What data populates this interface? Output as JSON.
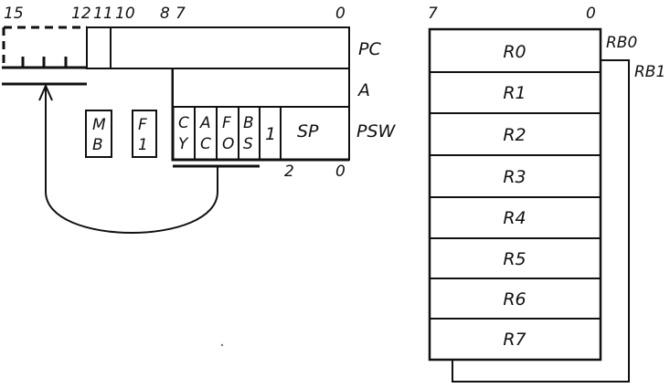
{
  "left": {
    "bit_labels_top": [
      "15",
      "12",
      "11",
      "10",
      "8",
      "7",
      "0"
    ],
    "bit_labels_bottom": [
      "2",
      "0"
    ],
    "registers": {
      "pc": "PC",
      "a": "A",
      "psw": "PSW"
    },
    "psw_fields": {
      "cy": [
        "C",
        "Y"
      ],
      "ac": [
        "A",
        "C"
      ],
      "f0": [
        "F",
        "O"
      ],
      "bs": [
        "B",
        "S"
      ],
      "one": "1",
      "sp": "SP"
    },
    "flags": {
      "mb": [
        "M",
        "B"
      ],
      "f1": [
        "F",
        "1"
      ]
    }
  },
  "right": {
    "bit_labels_top": [
      "7",
      "0"
    ],
    "bank_labels": [
      "RB0",
      "RB1"
    ],
    "registers": [
      "R0",
      "R1",
      "R2",
      "R3",
      "R4",
      "R5",
      "R6",
      "R7"
    ]
  }
}
